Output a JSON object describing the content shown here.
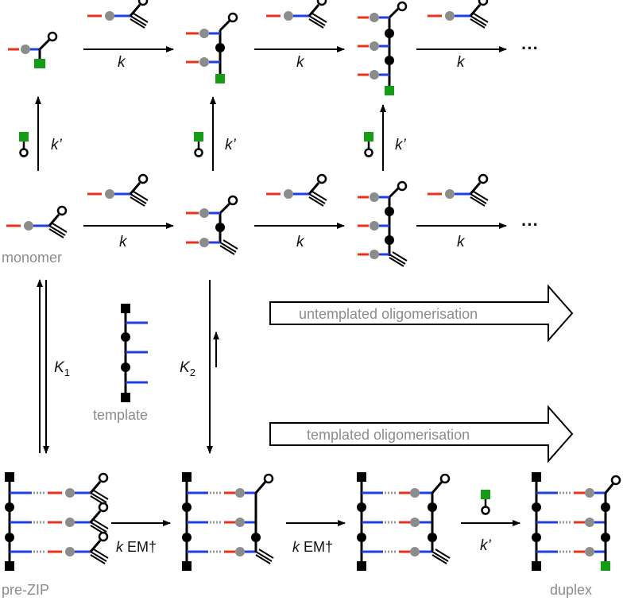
{
  "labels": {
    "rate_k": "k",
    "rate_k_prime": "k’",
    "rate_kem": "k EM†",
    "K1": "K1",
    "K2": "K2",
    "monomer": "monomer",
    "template": "template",
    "pre_zip": "pre-ZIP",
    "duplex": "duplex",
    "untemplated": "untemplated oligomerisation",
    "templated": "templated oligomerisation",
    "ellipsis": "···"
  },
  "colors": {
    "backbone": "#000000",
    "blue_arm": "#1f3fe0",
    "red_arm": "#e8321e",
    "gray_bead": "#8c8c8c",
    "green_cap": "#169c16"
  }
}
